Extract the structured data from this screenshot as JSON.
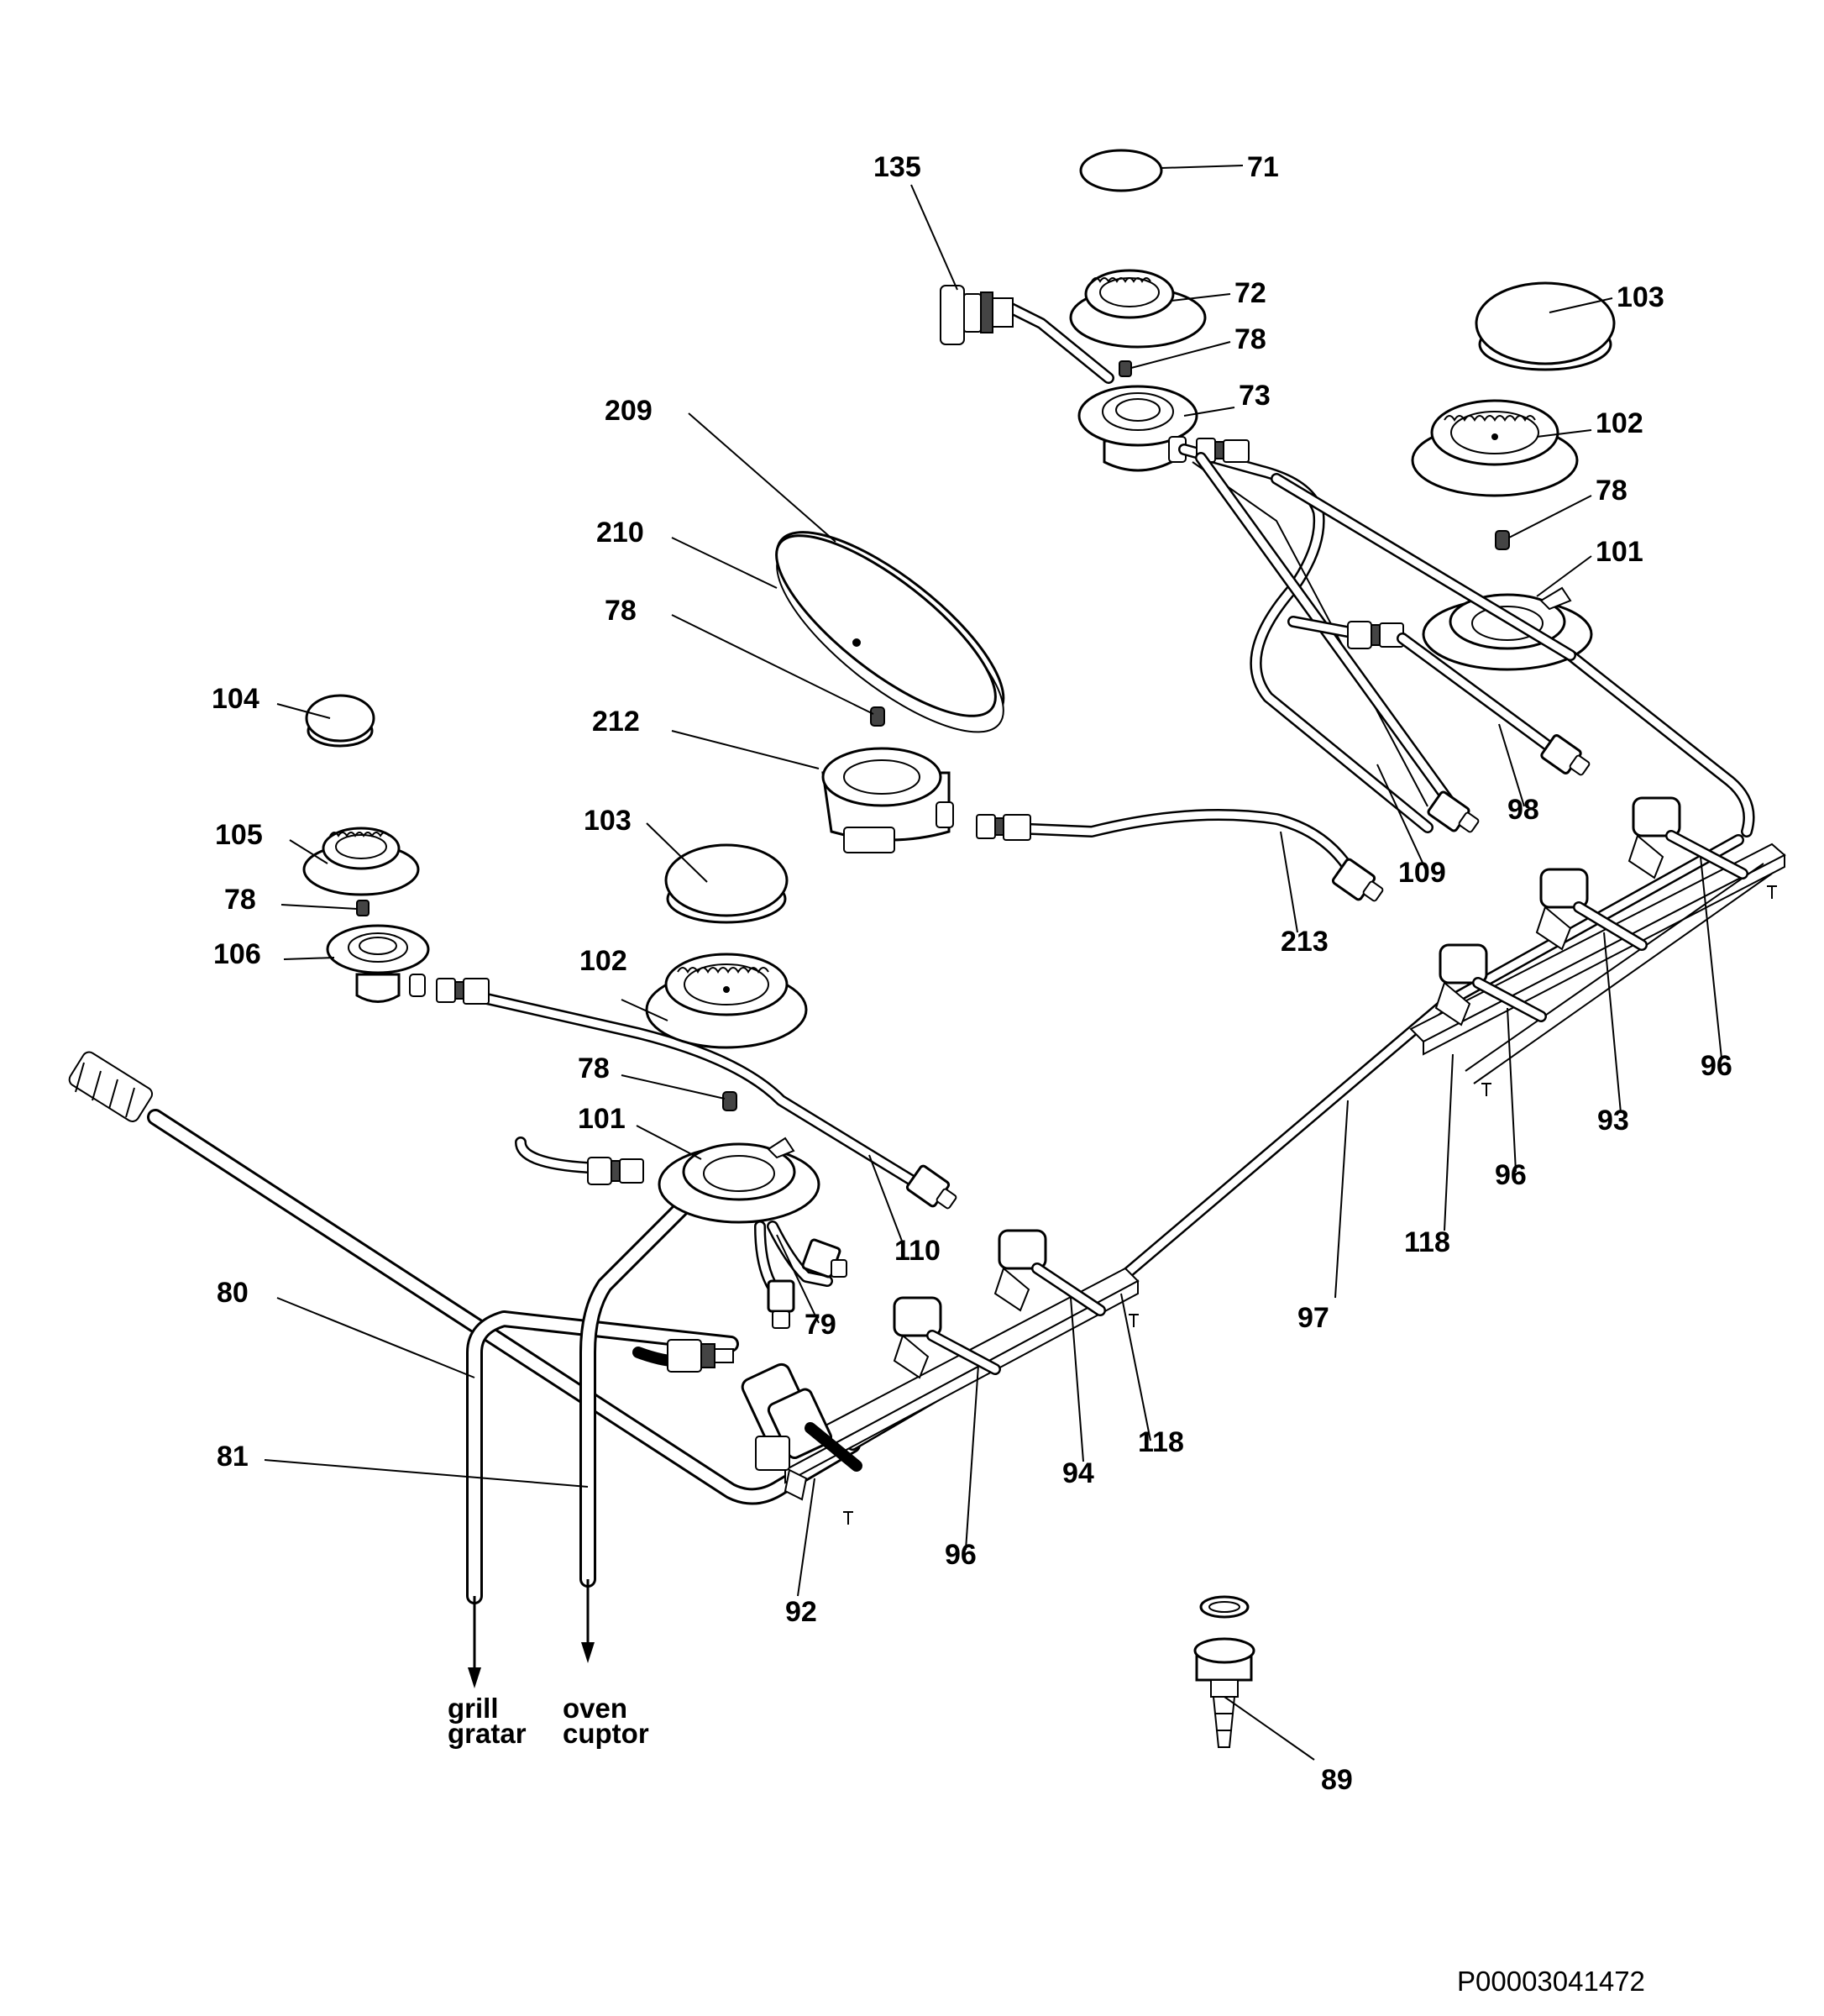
{
  "labels": {
    "l71": "71",
    "l135": "135",
    "l72": "72",
    "l78a": "78",
    "l73": "73",
    "l103a": "103",
    "l102a": "102",
    "l78b": "78",
    "l101a": "101",
    "l209": "209",
    "l210": "210",
    "l78c": "78",
    "l212": "212",
    "l98": "98",
    "l109": "109",
    "l213": "213",
    "l104": "104",
    "l105": "105",
    "l78d": "78",
    "l106": "106",
    "l103b": "103",
    "l102b": "102",
    "l78e": "78",
    "l101b": "101",
    "l110": "110",
    "l79": "79",
    "l80": "80",
    "l81": "81",
    "l92": "92",
    "l96a": "96",
    "l94": "94",
    "l118a": "118",
    "l97": "97",
    "l118b": "118",
    "l96b": "96",
    "l93": "93",
    "l96c": "96",
    "l89": "89"
  },
  "outlets": {
    "grill_en": "grill",
    "grill_ro": "gratar",
    "oven_en": "oven",
    "oven_ro": "cuptor"
  },
  "drawing_code": "P00003041472"
}
